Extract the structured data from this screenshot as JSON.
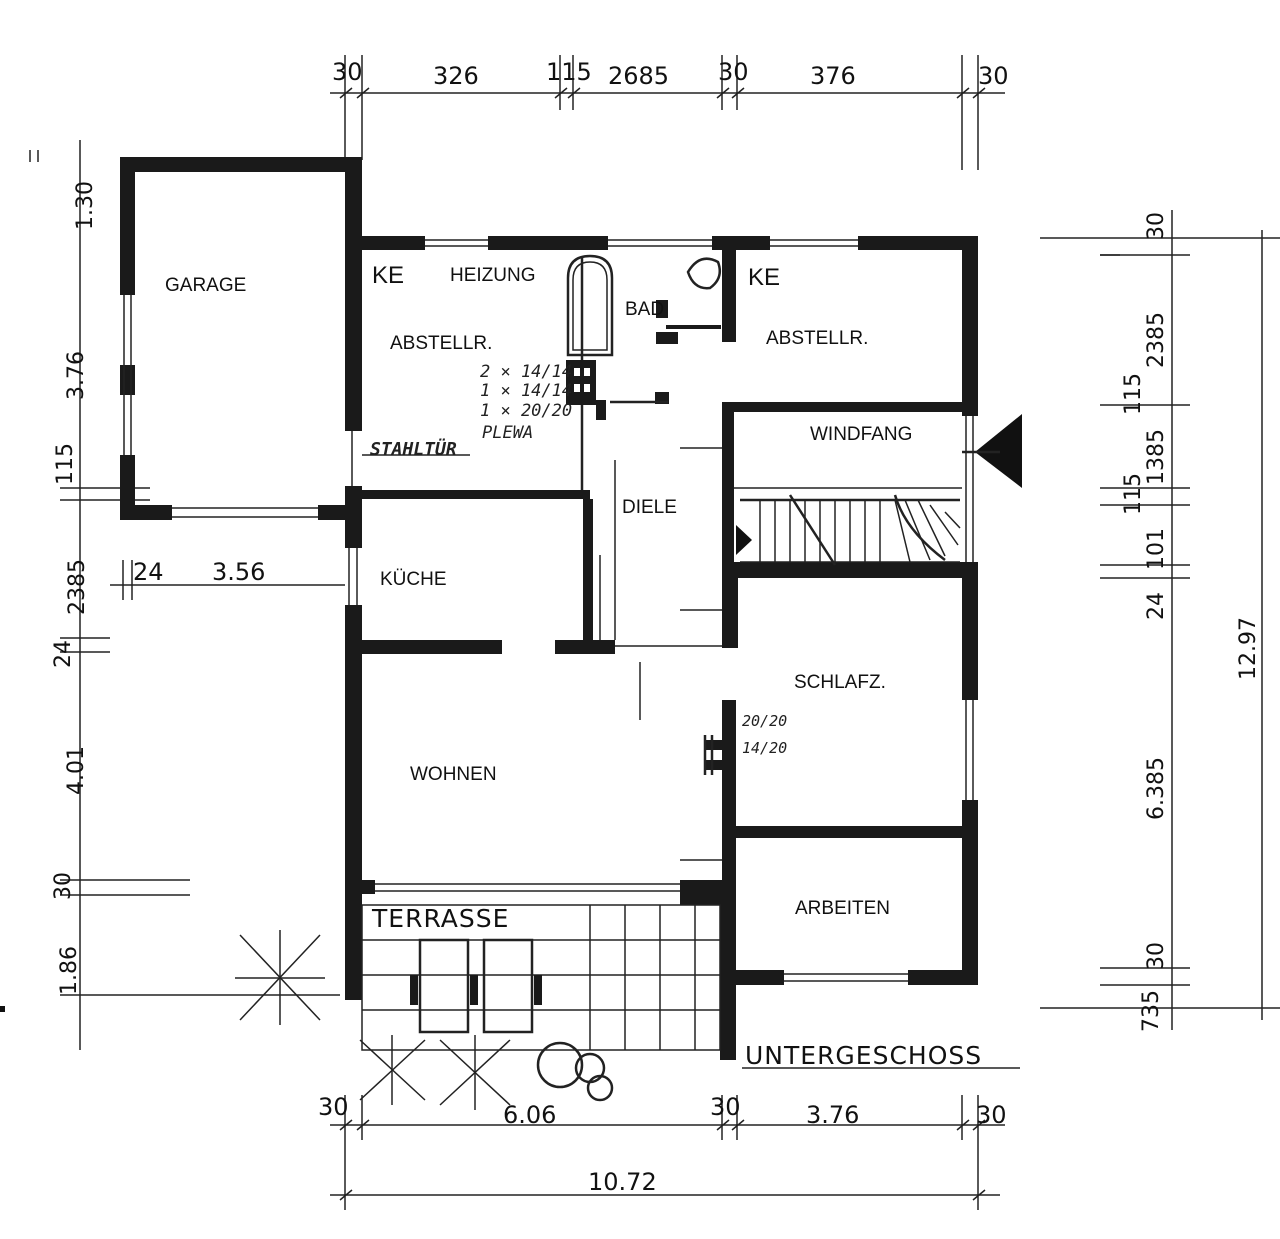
{
  "rooms": {
    "garage": "GARAGE",
    "ke_left": "KE",
    "heizung": "HEIZUNG",
    "bad": "BAD",
    "ke_right": "KE",
    "abstellr_left": "ABSTELLR.",
    "abstellr_right": "ABSTELLR.",
    "windfang": "WINDFANG",
    "diele": "DIELE",
    "kueche": "KÜCHE",
    "schlafz": "SCHLAFZ.",
    "wohnen": "WOHNEN",
    "arbeiten": "ARBEITEN",
    "terrasse": "TERRASSE",
    "untergeschoss": "UNTERGESCHOSS"
  },
  "notes": {
    "chimney_1": "2 × 14/14",
    "chimney_2": "1 × 14/14",
    "chimney_3": "1 × 20/20",
    "plewa": "PLEWA",
    "stahltuer": "STAHLTÜR",
    "col_1": "20/20",
    "col_2": "14/20"
  },
  "dimensions": {
    "top": [
      "30",
      "326",
      "115",
      "2685",
      "30",
      "376",
      "30"
    ],
    "bottom": [
      "30",
      "6.06",
      "30",
      "3.76",
      "30"
    ],
    "bottom_total": "10.72",
    "left": [
      "1.30",
      "3.76",
      "115",
      "2385",
      "24",
      "4.01",
      "30",
      "1.86"
    ],
    "garage_inner": [
      "24",
      "3.56"
    ],
    "right": [
      "30",
      "2385",
      "115",
      "1385",
      "115",
      "101",
      "24",
      "6.385",
      "30",
      "735"
    ],
    "right_total": "12.97"
  }
}
